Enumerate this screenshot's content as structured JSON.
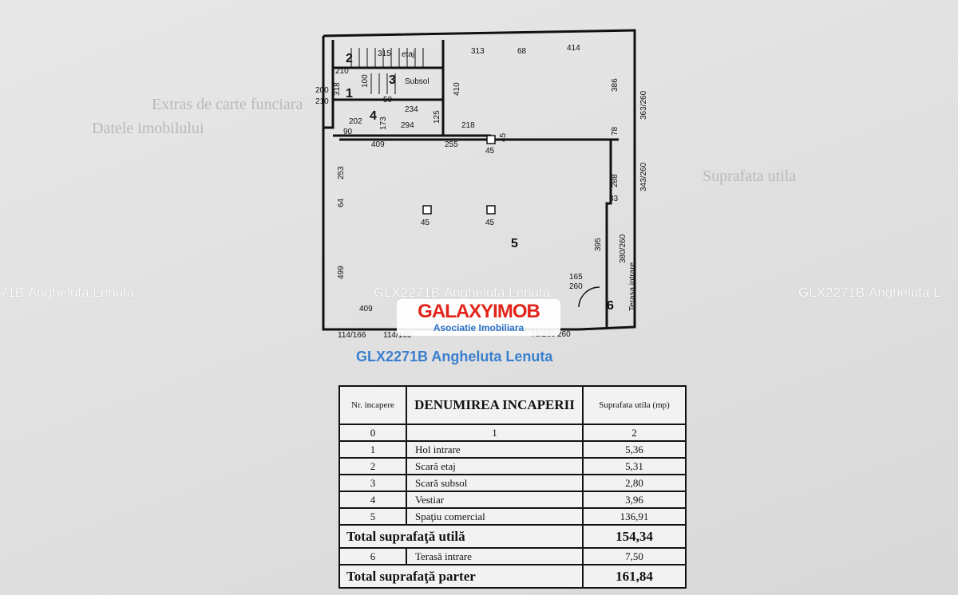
{
  "document": {
    "background_text": [
      "Extras de carte funciara",
      "Datele imobilului",
      "Suprafata utila"
    ],
    "plan": {
      "dims": {
        "d315": "315",
        "d313": "313",
        "d68": "68",
        "d414": "414",
        "d318": "318",
        "d100": "100",
        "d410": "410",
        "d386": "386",
        "d363_260": "363/260",
        "d200_210": "200",
        "d210a": "210",
        "d210b": "210",
        "d50": "50",
        "d234": "234",
        "d173": "173",
        "d294": "294",
        "d125": "125",
        "d202": "202",
        "d90": "90",
        "d218": "218",
        "d45a": "45",
        "d45b": "45",
        "d409a": "409",
        "d255": "255",
        "d78": "78",
        "d253": "253",
        "d288": "288",
        "d343_260": "343/260",
        "d83": "83",
        "d64": "64",
        "d45c": "45",
        "d45d": "45",
        "d395": "395",
        "d380_260": "380/260",
        "d499": "499",
        "d165": "165",
        "d260a": "260",
        "d409b": "409",
        "d260b": "260",
        "d114_166": "114/166",
        "d114_165": "114/165",
        "d78_260": "78/260"
      },
      "labels": {
        "etaj": "etaj",
        "subsol": "Subsol",
        "terasa": "Terasa intrare"
      },
      "rooms": [
        "1",
        "2",
        "3",
        "4",
        "5",
        "6"
      ]
    },
    "watermark_left": "71B.Angheluta Lenuta",
    "watermark_center": "GLX2271B.Angheluta Lenuta",
    "watermark_right": "GLX2271B.Angheluta L",
    "logo": {
      "brand": "GALAXYIMOB",
      "tagline": "Asociatie Imobiliara"
    },
    "caption": "GLX2271B Angheluta Lenuta",
    "table": {
      "headers": {
        "nr": "Nr. incapere",
        "denumire": "DENUMIREA INCAPERII",
        "suprafata": "Suprafata utila (mp)"
      },
      "index_row": [
        "0",
        "1",
        "2"
      ],
      "rows": [
        {
          "nr": "1",
          "name": "Hol intrare",
          "area": "5,36"
        },
        {
          "nr": "2",
          "name": "Scară etaj",
          "area": "5,31"
        },
        {
          "nr": "3",
          "name": "Scară subsol",
          "area": "2,80"
        },
        {
          "nr": "4",
          "name": "Vestiar",
          "area": "3,96"
        },
        {
          "nr": "5",
          "name": "Spaţiu comercial",
          "area": "136,91"
        }
      ],
      "total_util": {
        "label": "Total suprafaţă utilă",
        "value": "154,34"
      },
      "terasa_row": {
        "nr": "6",
        "name": "Terasă intrare",
        "area": "7,50"
      },
      "total_parter": {
        "label": "Total suprafaţă parter",
        "value": "161,84"
      }
    }
  }
}
